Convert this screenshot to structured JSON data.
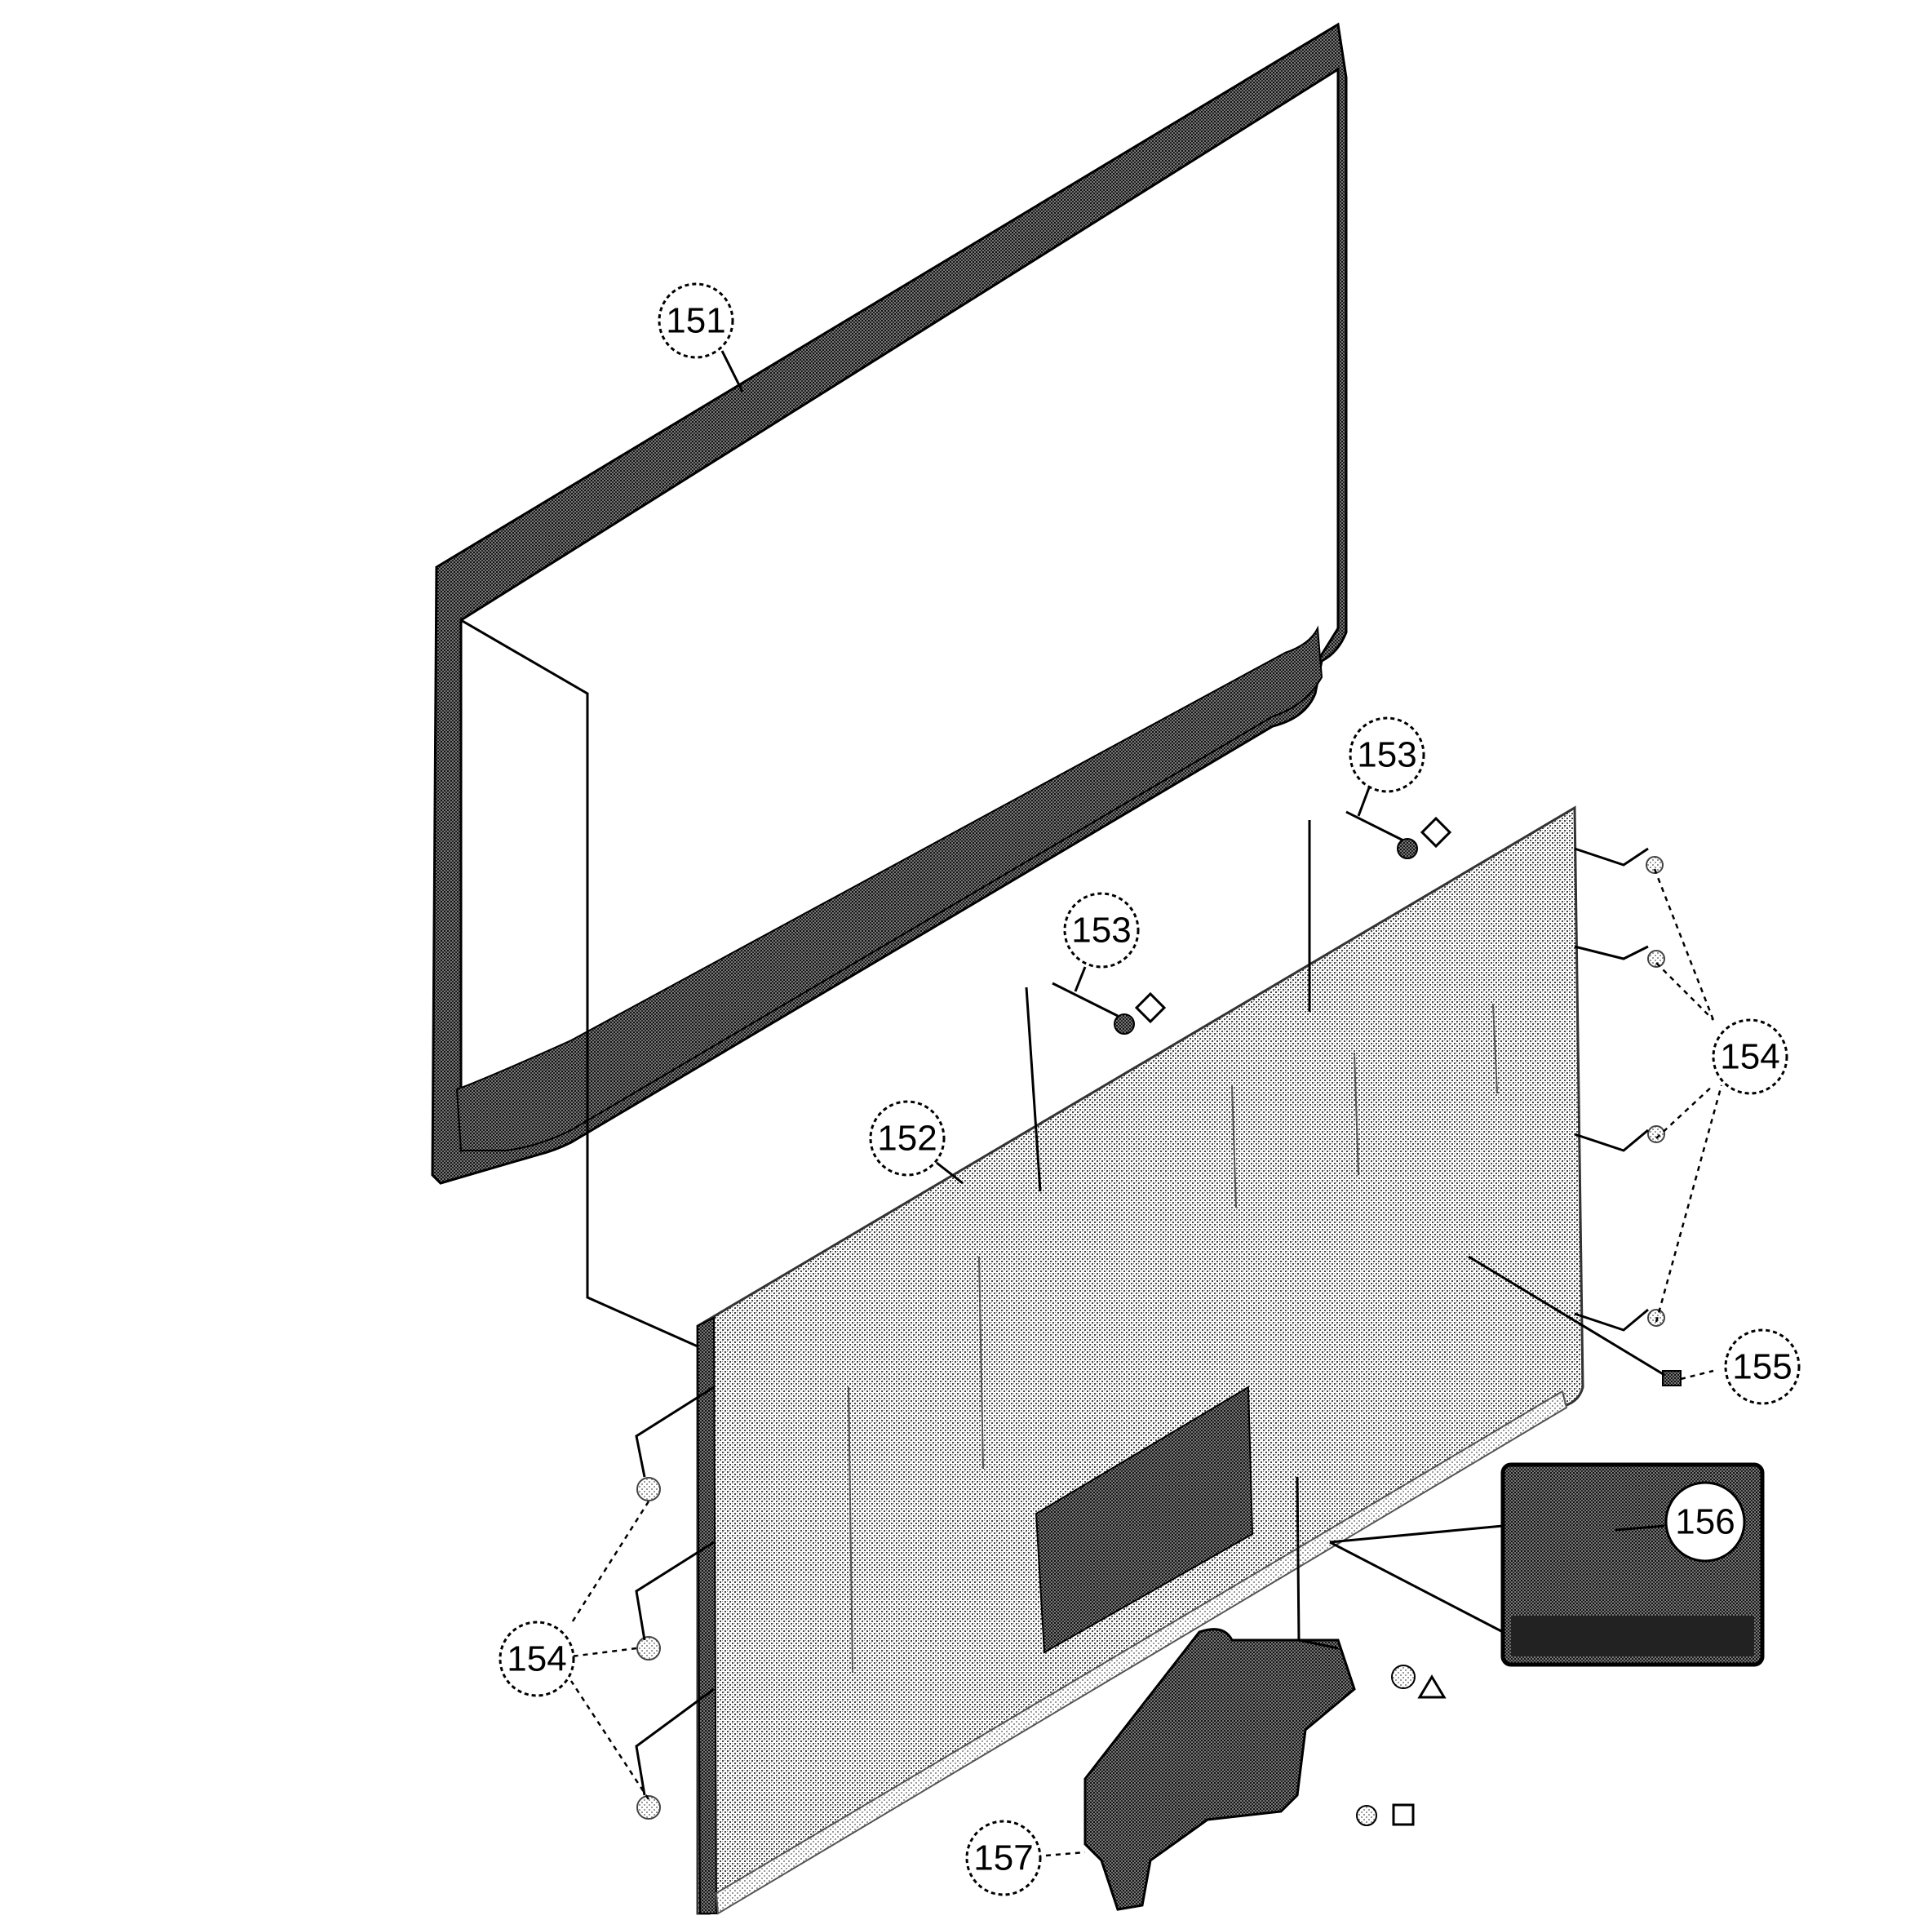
{
  "callouts": {
    "c151": "151",
    "c152": "152",
    "c153a": "153",
    "c153b": "153",
    "c154_right": "154",
    "c154_left": "154",
    "c155": "155",
    "c156": "156",
    "c157": "157"
  },
  "colors": {
    "ink": "#000000",
    "panel_dither": "#9a9a9a",
    "frame": "#2a2a2a",
    "inset_bg": "#5a5a5a"
  }
}
